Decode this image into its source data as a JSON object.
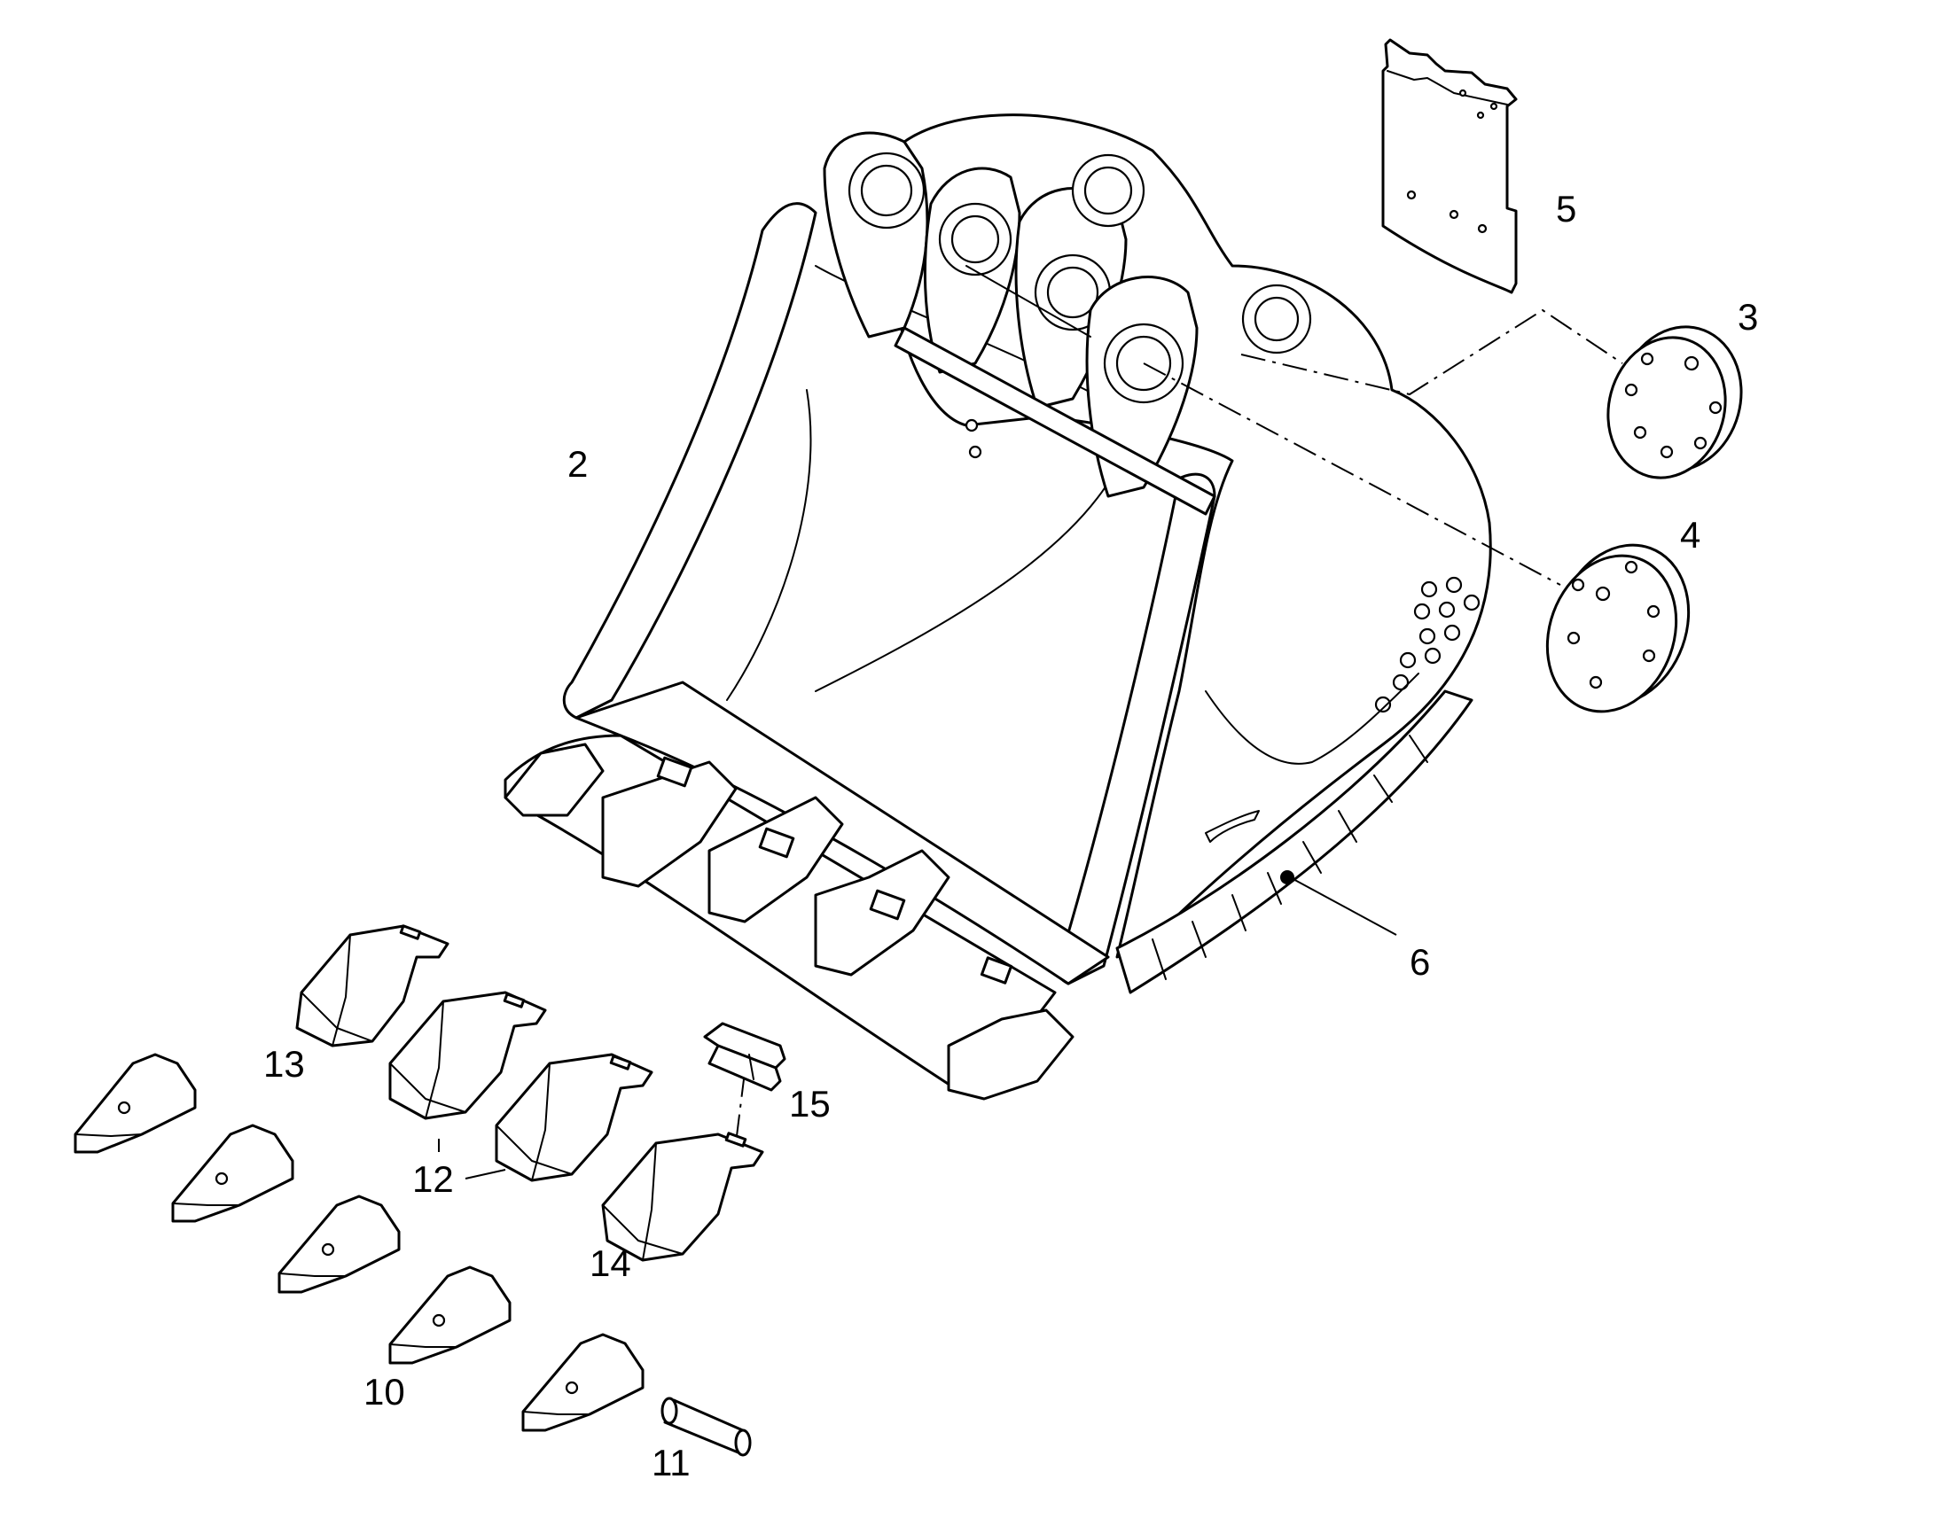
{
  "callouts": {
    "c2": "2",
    "c3": "3",
    "c4": "4",
    "c5": "5",
    "c6": "6",
    "c10": "10",
    "c11": "11",
    "c12": "12",
    "c13": "13",
    "c14": "14",
    "c15": "15"
  },
  "colors": {
    "line": "#000000",
    "background": "#ffffff"
  },
  "parts": [
    "bucket",
    "end-cover-3",
    "end-cover-4",
    "guard-plate",
    "side-cutter",
    "teeth",
    "adapters",
    "pin",
    "lock"
  ]
}
